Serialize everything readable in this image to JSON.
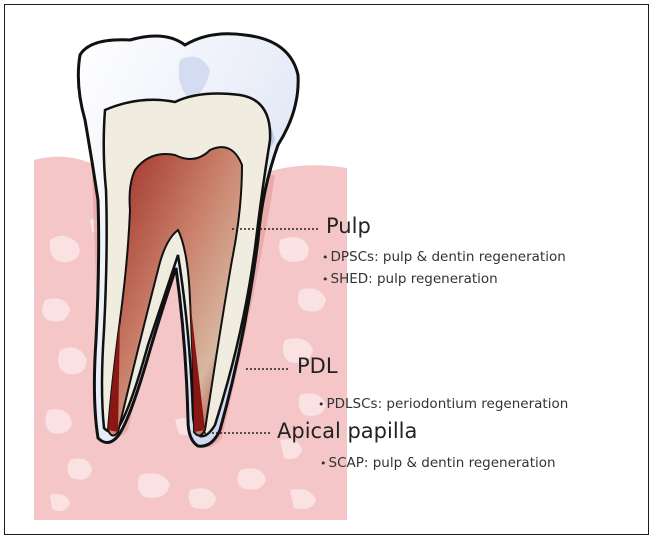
{
  "labels": {
    "pulp": {
      "title": "Pulp",
      "items": [
        "DPSCs: pulp & dentin regeneration",
        "SHED: pulp regeneration"
      ]
    },
    "pdl": {
      "title": "PDL",
      "items": [
        "PDLSCs: periodontium regeneration"
      ]
    },
    "apical": {
      "title": "Apical papilla",
      "items": [
        "SCAP: pulp & dentin regeneration"
      ]
    }
  },
  "colors": {
    "gum": "#f4c6c8",
    "gum_pattern": "#fbe4e5",
    "enamel": "#ffffff",
    "enamel_shadow": "#c7d2ee",
    "dentin": "#f0ece0",
    "pulp_dark": "#8e1d1d",
    "pulp_light": "#d9a08a",
    "outline": "#111111"
  }
}
